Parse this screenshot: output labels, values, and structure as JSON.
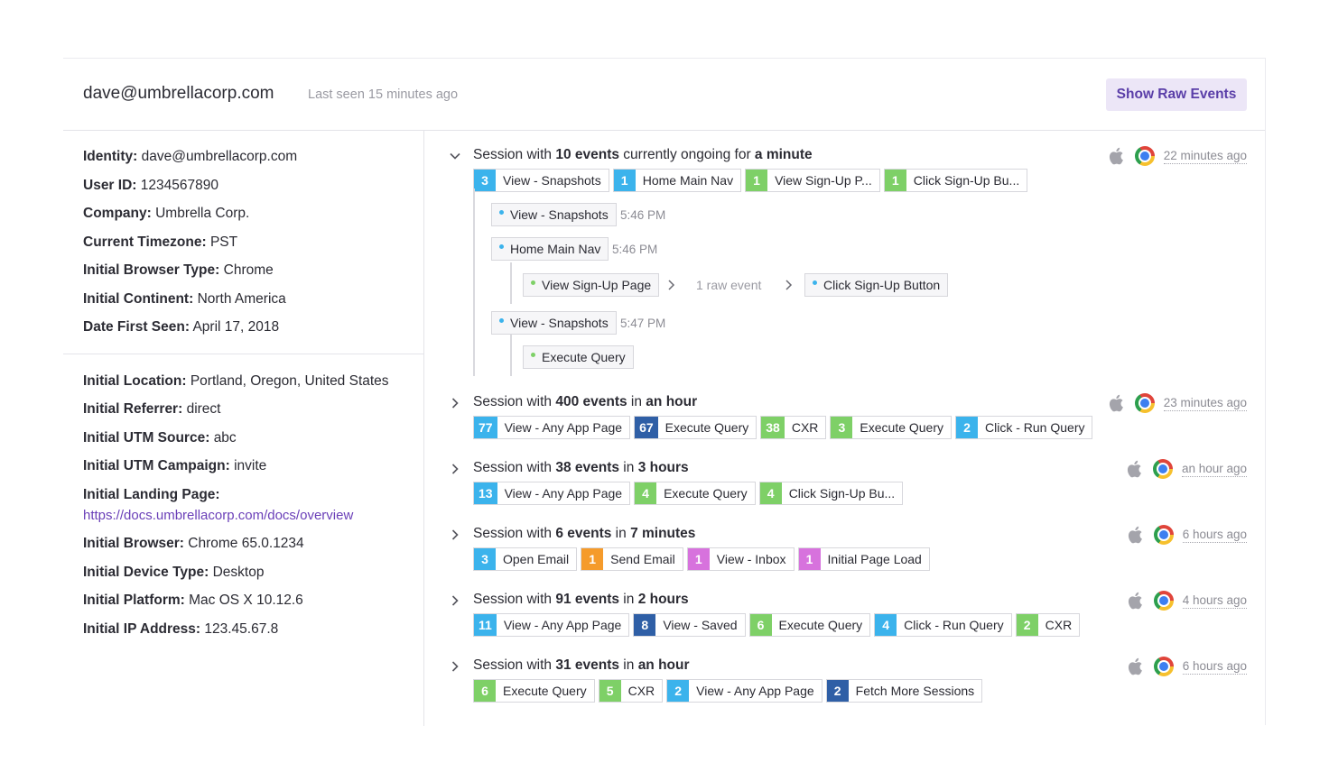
{
  "header": {
    "email": "dave@umbrellacorp.com",
    "last_seen": "Last seen 15 minutes ago",
    "raw_button": "Show Raw Events"
  },
  "properties": {
    "section1": [
      {
        "label": "Identity:",
        "value": "dave@umbrellacorp.com"
      },
      {
        "label": "User ID:",
        "value": "1234567890"
      },
      {
        "label": "Company:",
        "value": "Umbrella Corp."
      },
      {
        "label": "Current Timezone:",
        "value": "PST"
      },
      {
        "label": "Initial Browser Type:",
        "value": "Chrome"
      },
      {
        "label": "Initial Continent:",
        "value": "North America"
      },
      {
        "label": "Date First Seen:",
        "value": "April 17, 2018"
      }
    ],
    "section2": [
      {
        "label": "Initial Location:",
        "value": "Portland, Oregon, United States"
      },
      {
        "label": "Initial Referrer:",
        "value": "direct"
      },
      {
        "label": "Initial UTM Source:",
        "value": "abc"
      },
      {
        "label": "Initial UTM Campaign:",
        "value": "invite"
      },
      {
        "label": "Initial Landing Page:",
        "value": ""
      },
      {
        "label": "Initial Browser:",
        "value": "Chrome 65.0.1234"
      },
      {
        "label": "Initial Device Type:",
        "value": "Desktop"
      },
      {
        "label": "Initial Platform:",
        "value": "Mac OS X 10.12.6"
      },
      {
        "label": "Initial IP Address:",
        "value": "123.45.67.8"
      }
    ],
    "landing_url": "https://docs.umbrellacorp.com/docs/overview"
  },
  "colors": {
    "cyan": "#3bb3ec",
    "green": "#7ed067",
    "navy": "#2f5fa6",
    "orange": "#f59b2b",
    "magenta": "#d772dd",
    "accent": "#5a3ea8"
  },
  "sessions": [
    {
      "pre": "Session with ",
      "count": "10 events",
      "mid": " currently ongoing for ",
      "dur": "a minute",
      "ago": "22 minutes ago",
      "expanded": true,
      "chips": [
        {
          "n": "3",
          "label": "View - Snapshots",
          "color": "#3bb3ec"
        },
        {
          "n": "1",
          "label": "Home Main Nav",
          "color": "#3bb3ec"
        },
        {
          "n": "1",
          "label": "View Sign-Up P...",
          "color": "#7ed067"
        },
        {
          "n": "1",
          "label": "Click Sign-Up Bu...",
          "color": "#7ed067"
        }
      ]
    },
    {
      "pre": "Session with ",
      "count": "400 events",
      "mid": " in ",
      "dur": "an hour",
      "ago": "23 minutes ago",
      "expanded": false,
      "chips": [
        {
          "n": "77",
          "label": "View - Any App Page",
          "color": "#3bb3ec"
        },
        {
          "n": "67",
          "label": "Execute Query",
          "color": "#2f5fa6"
        },
        {
          "n": "38",
          "label": "CXR",
          "color": "#7ed067"
        },
        {
          "n": "3",
          "label": "Execute Query",
          "color": "#7ed067"
        },
        {
          "n": "2",
          "label": "Click - Run Query",
          "color": "#3bb3ec"
        }
      ]
    },
    {
      "pre": "Session with ",
      "count": "38 events",
      "mid": " in ",
      "dur": "3 hours",
      "ago": "an hour ago",
      "expanded": false,
      "chips": [
        {
          "n": "13",
          "label": "View - Any App Page",
          "color": "#3bb3ec"
        },
        {
          "n": "4",
          "label": "Execute Query",
          "color": "#7ed067"
        },
        {
          "n": "4",
          "label": "Click Sign-Up Bu...",
          "color": "#7ed067"
        }
      ]
    },
    {
      "pre": "Session with ",
      "count": "6 events",
      "mid": " in ",
      "dur": "7 minutes",
      "ago": "6 hours ago",
      "expanded": false,
      "chips": [
        {
          "n": "3",
          "label": "Open Email",
          "color": "#3bb3ec"
        },
        {
          "n": "1",
          "label": "Send Email",
          "color": "#f59b2b"
        },
        {
          "n": "1",
          "label": "View - Inbox",
          "color": "#d772dd"
        },
        {
          "n": "1",
          "label": "Initial Page Load",
          "color": "#d772dd"
        }
      ]
    },
    {
      "pre": "Session with ",
      "count": "91 events",
      "mid": " in ",
      "dur": "2 hours",
      "ago": "4 hours ago",
      "expanded": false,
      "chips": [
        {
          "n": "11",
          "label": "View - Any App Page",
          "color": "#3bb3ec"
        },
        {
          "n": "8",
          "label": "View - Saved",
          "color": "#2f5fa6"
        },
        {
          "n": "6",
          "label": "Execute Query",
          "color": "#7ed067"
        },
        {
          "n": "4",
          "label": "Click - Run Query",
          "color": "#3bb3ec"
        },
        {
          "n": "2",
          "label": "CXR",
          "color": "#7ed067"
        }
      ]
    },
    {
      "pre": "Session with ",
      "count": "31 events",
      "mid": " in ",
      "dur": "an hour",
      "ago": "6 hours ago",
      "expanded": false,
      "chips": [
        {
          "n": "6",
          "label": "Execute Query",
          "color": "#7ed067"
        },
        {
          "n": "5",
          "label": "CXR",
          "color": "#7ed067"
        },
        {
          "n": "2",
          "label": "View - Any App Page",
          "color": "#3bb3ec"
        },
        {
          "n": "2",
          "label": "Fetch More Sessions",
          "color": "#2f5fa6"
        }
      ]
    }
  ],
  "timeline": {
    "events": [
      {
        "label": "View - Snapshots",
        "time": "5:46 PM",
        "dot": "#3bb3ec"
      },
      {
        "label": "Home Main Nav",
        "time": "5:46 PM",
        "dot": "#3bb3ec"
      },
      {
        "label": "View Sign-Up Page",
        "dot": "#7ed067"
      },
      {
        "label": "Click Sign-Up Button",
        "dot": "#3bb3ec"
      },
      {
        "label": "View - Snapshots",
        "time": "5:47 PM",
        "dot": "#3bb3ec"
      },
      {
        "label": "Execute Query",
        "dot": "#7ed067"
      }
    ],
    "raw_note": "1 raw event"
  }
}
